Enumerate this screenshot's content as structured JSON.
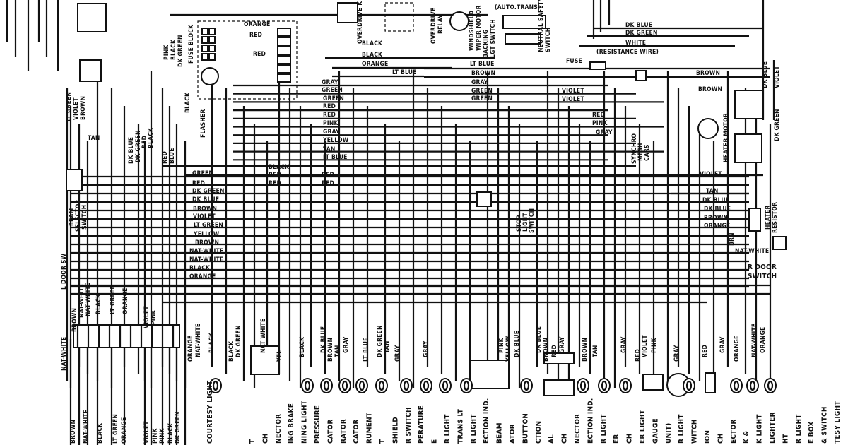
{
  "components": {
    "fuse_block": "FUSE BLOCK",
    "flasher": "FLASHER",
    "overdrive_kickdown": "OVERDRIVE K SWITCH CONN",
    "overdrive_relay_1": "OVERDRIVE",
    "overdrive_relay_2": "RELAY",
    "wiper_1": "WINDSHIELD",
    "wiper_2": "WIPER MOTOR",
    "backing_1": "BACKING",
    "backing_2": "LGT SWITCH",
    "auto_trans": "(AUTO.TRANS)",
    "neutral_1": "NEUTRAL SAFETY",
    "neutral_2": "SWITCH",
    "resistance_wire": "(RESISTANCE WIRE)",
    "fuse": "FUSE",
    "heater_motor": "HEATER MOTOR",
    "heater_resistor_1": "HEATER",
    "heater_resistor_2": "RESISTOR",
    "stop_light_1": "STOP",
    "stop_light_2": "LIGHT",
    "stop_light_3": "SWITCH",
    "synchro_1": "SYNCHRO",
    "synchro_2": "MESH",
    "synchro_3": "CARS",
    "beam_1": "BEAM",
    "beam_2": "SELECTOR",
    "beam_3": "SWITCH",
    "l_door": "L DOOR SW",
    "r_door_1": "R DOOR",
    "r_door_2": "SWITCH"
  },
  "wires_top": [
    "ORANGE",
    "RED",
    "RED",
    "BLACK",
    "BLACK",
    "ORANGE",
    "LT BLUE"
  ],
  "wires_center": [
    "GRAY",
    "GREEN",
    "GREEN",
    "RED",
    "RED",
    "PINK",
    "GRAY",
    "YELLOW",
    "TAN",
    "LT BLUE",
    "BLACK",
    "RED",
    "RED",
    "RED",
    "RED"
  ],
  "wires_left_bus": [
    "GREEN",
    "RED",
    "DK GREEN",
    "DK BLUE",
    "BROWN",
    "VIOLET",
    "LT GREEN",
    "YELLOW",
    "BROWN",
    "NAT-WHITE",
    "NAT-WHITE",
    "BLACK",
    "ORANGE"
  ],
  "wires_right_top": [
    "DK BLUE",
    "DK GREEN",
    "WHITE",
    "LT BLUE",
    "BROWN",
    "GRAY",
    "GREEN",
    "GREEN",
    "BROWN",
    "BROWN",
    "VIOLET",
    "VIOLET",
    "RED",
    "PINK",
    "GRAY"
  ],
  "wires_right_mid": [
    "VIOLET",
    "TAN",
    "DK BLUE",
    "DK BLUE",
    "BROWN",
    "ORANGE",
    "NAT-WHITE",
    "BRN"
  ],
  "wires_vertical_right": [
    "DK BLUE",
    "VIOLET",
    "DK GREEN"
  ],
  "wires_vertical_left": [
    "PINK",
    "BLACK",
    "DK GREEN",
    "BLACK",
    "LT GREEN",
    "VIOLET",
    "BROWN",
    "TAN",
    "DK BLUE",
    "DK GREEN",
    "RED",
    "BLACK",
    "RED",
    "BLUE"
  ],
  "wires_lower_left": [
    "BROWN",
    "NAT-WHITE",
    "NAT-WHITE",
    "BLACK",
    "LT GREEN",
    "ORANGE",
    "VIOLET",
    "PINK",
    "NAT-WHITE"
  ],
  "wires_lower": [
    "ORANGE",
    "NAT-WHITE",
    "BLACK",
    "BLACK",
    "DK GREEN",
    "NAT WHITE",
    "YEL",
    "BLACK",
    "DK BLUE",
    "BROWN",
    "TAN",
    "GRAY",
    "LT BLUE",
    "DK GREEN",
    "TAN",
    "GRAY",
    "GRAY",
    "PINK",
    "YELLOW",
    "DK BLUE",
    "DK BLUE",
    "BROWN",
    "RED",
    "GRAY",
    "BROWN",
    "TAN",
    "GRAY",
    "RED",
    "VIOLET",
    "PINK",
    "GRAY",
    "RED",
    "GRAY",
    "ORANGE",
    "NAT-WHITE",
    "ORANGE"
  ],
  "bottom_wire_labels": [
    "BROWN",
    "NAT-WHITE",
    "BLACK",
    "LT GREEN",
    "ORANGE",
    "VIOLET",
    "PINK",
    "PINK",
    "BLACK",
    "DK GREEN"
  ],
  "bottom_devices": [
    "COURTESY LIGHT",
    "T",
    "CH",
    "NECTOR",
    "ING BRAKE",
    "NING LIGHT",
    "PRESSURE",
    "CATOR",
    "RATOR",
    "CATOR",
    "RUMENT",
    "T",
    "SHIELD",
    "R SWITCH",
    "PERATURE",
    "E",
    "R LIGHT",
    "TRANS LT",
    "R LIGHT",
    "ECTION IND.",
    "BEAM",
    "ATOR",
    "BUTTON",
    "CTION",
    "AL",
    "CH",
    "NECTOR",
    "ECTION IND.",
    "R LIGHT",
    "ER",
    "CH",
    "ER LIGHT",
    "GAUGE",
    "UNIT)",
    "R LIGHT",
    "WITCH",
    "ION",
    "CH",
    "ECTOR",
    "K &",
    "K LIGHT",
    "LIGHTER",
    "HT",
    "R LIGHT",
    "E BOX",
    "& SWITCH",
    "TESY LIGHT"
  ],
  "misc": {
    "dk_green_vert": "DKGREEN"
  }
}
